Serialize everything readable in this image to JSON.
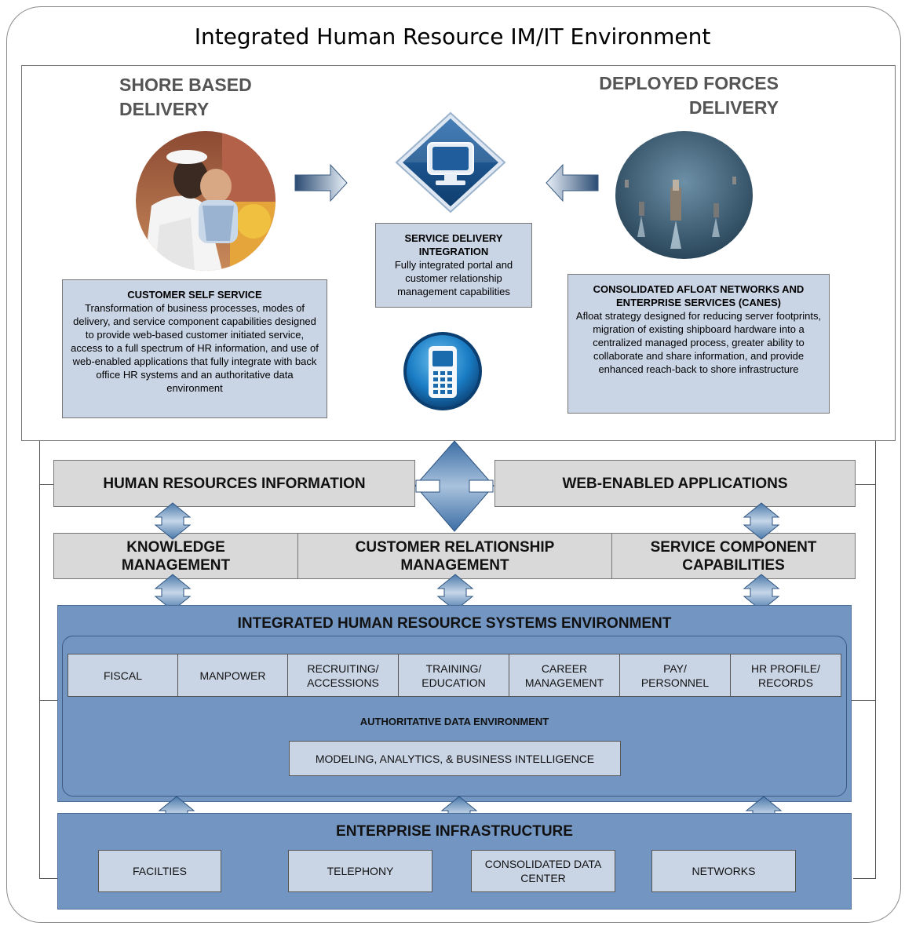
{
  "title": "Integrated Human Resource IM/IT Environment",
  "shore": {
    "heading_line1": "SHORE BASED",
    "heading_line2": "DELIVERY"
  },
  "deployed": {
    "heading_line1": "DEPLOYED FORCES",
    "heading_line2": "DELIVERY"
  },
  "customer_self_service": {
    "title": "CUSTOMER SELF SERVICE",
    "body": "Transformation of business processes, modes of delivery, and service component capabilities designed to provide web-based customer initiated service, access to a full spectrum of HR information, and use of web-enabled applications that fully integrate with back office HR systems and an authoritative data environment"
  },
  "service_delivery": {
    "title": "SERVICE DELIVERY INTEGRATION",
    "body": "Fully integrated portal and customer relationship management capabilities"
  },
  "canes": {
    "title": "CONSOLIDATED AFLOAT NETWORKS AND ENTERPRISE SERVICES (CANES)",
    "body": "Afloat strategy designed for reducing server footprints, migration of existing shipboard hardware into a centralized managed process, greater ability to collaborate and share information, and provide enhanced reach-back to shore infrastructure"
  },
  "bars": {
    "hr_information": "HUMAN RESOURCES INFORMATION",
    "web_enabled": "WEB-ENABLED APPLICATIONS",
    "knowledge": "KNOWLEDGE MANAGEMENT",
    "crm": "CUSTOMER RELATIONSHIP MANAGEMENT",
    "service_component": "SERVICE COMPONENT CAPABILITIES"
  },
  "systems_env": {
    "title": "INTEGRATED HUMAN RESOURCE SYSTEMS ENVIRONMENT",
    "cells": [
      "FISCAL",
      "MANPOWER",
      "RECRUITING/ ACCESSIONS",
      "TRAINING/ EDUCATION",
      "CAREER MANAGEMENT",
      "PAY/ PERSONNEL",
      "HR PROFILE/ RECORDS"
    ],
    "ade_label": "AUTHORITATIVE DATA ENVIRONMENT",
    "modeling": "MODELING, ANALYTICS, & BUSINESS INTELLIGENCE"
  },
  "infrastructure": {
    "title": "ENTERPRISE INFRASTRUCTURE",
    "cells": [
      "FACILTIES",
      "TELEPHONY",
      "CONSOLIDATED DATA CENTER",
      "NETWORKS"
    ]
  },
  "icons": {
    "monitor": "monitor-diamond-icon",
    "phone": "cell-phone-icon",
    "arrow_right": "arrow-right-icon",
    "arrow_left": "arrow-left-icon",
    "connector": "double-arrow-icon"
  },
  "colors": {
    "info_fill": "#c9d4e5",
    "bar_fill": "#d9d9d9",
    "env_fill": "#7295c2",
    "heading_gray": "#555555"
  }
}
